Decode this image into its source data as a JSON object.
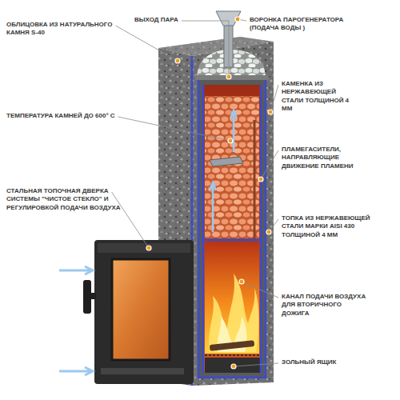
{
  "diagram": {
    "labels": [
      "ВЫХОД ПАРА",
      "ВОРОНКА ПАРОГЕНЕРАТОРА (ПОДАЧА ВОДЫ )",
      "ОБЛИЦОВКА ИЗ НАТУРАЛЬНОГО КАМНЯ S-40",
      "КАМЕНКА ИЗ НЕРЖАВЕЮЩЕЙ СТАЛИ ТОЛЩИНОЙ 4 ММ",
      "ТЕМПЕРАТУРА КАМНЕЙ ДО 600° С",
      "ПЛАМЕГАСИТЕЛИ, НАПРАВЛЯЮЩИЕ ДВИЖЕНИЕ ПЛАМЕНИ",
      "СТАЛЬНАЯ ТОПОЧНАЯ ДВЕРКА СИСТЕМЫ \"ЧИСТОЕ СТЕКЛО\" И РЕГУЛИРОВКОЙ ПОДАЧИ ВОЗДУХА",
      "ТОПКА ИЗ НЕРЖАВЕЮЩЕЙ СТАЛИ МАРКИ AISI 430 ТОЛЩИНОЙ 4 ММ",
      "КАНАЛ ПОДАЧИ ВОЗДУХА ДЛЯ ВТОРИЧНОГО ДОЖИГА",
      "ЗОЛЬНЫЙ ЯЩИК"
    ]
  }
}
